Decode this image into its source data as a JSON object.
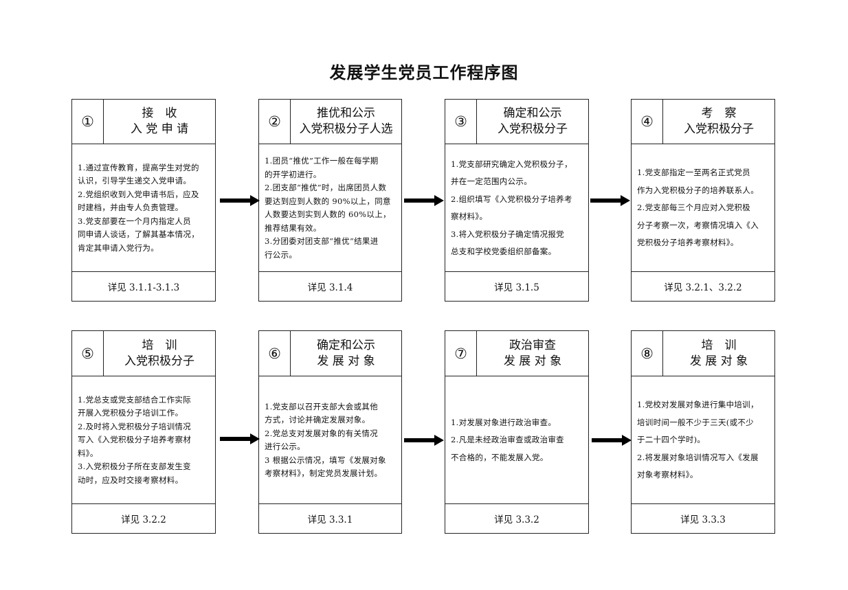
{
  "title": "发展学生党员工作程序图",
  "steps": [
    {
      "num": "①",
      "title_lines": [
        "接　收",
        "入 党 申 请"
      ],
      "body_lines": [
        "1.通过宣传教育，提高学生对党的",
        "认识，引导学生递交入党申请。",
        "2.党组织收到入党申请书后，应及",
        "时建档，并由专人负责管理。",
        "3.党支部要在一个月内指定人员",
        "同申请人谈话，了解其基本情况，",
        "肯定其申请入党行为。"
      ],
      "ref": "详见 3.1.1-3.1.3"
    },
    {
      "num": "②",
      "title_lines": [
        "推优和公示",
        "入党积极分子人选"
      ],
      "body_lines": [
        "1.团员“推优”工作一般在每学期",
        "的开学初进行。",
        "2.团支部“推优”时，出席团员人数",
        "要达到应到人数的 90%以上，同意",
        "人数要达到实到人数的 60%以上，",
        "推荐结果有效。",
        "3.分团委对团支部“推优”结果进",
        "行公示。"
      ],
      "ref": "详见 3.1.4"
    },
    {
      "num": "③",
      "title_lines": [
        "确定和公示",
        "入党积极分子"
      ],
      "body_lines": [
        "1.党支部研究确定入党积极分子，",
        "并在一定范围内公示。",
        "2.组织填写《入党积极分子培养考",
        "察材料》。",
        "3.将入党积极分子确定情况报党",
        "总支和学校党委组织部备案。"
      ],
      "ref": "详见 3.1.5"
    },
    {
      "num": "④",
      "title_lines": [
        "考　察",
        "入党积极分子"
      ],
      "body_lines": [
        "1.党支部指定一至两名正式党员",
        "作为入党积极分子的培养联系人。",
        "2.党支部每三个月应对入党积极",
        "分子考察一次，考察情况填入《入",
        "党积极分子培养考察材料》。"
      ],
      "ref": "详见 3.2.1、3.2.2"
    },
    {
      "num": "⑤",
      "title_lines": [
        "培　训",
        "入党积极分子"
      ],
      "body_lines": [
        "1.党总支或党支部结合工作实际",
        "开展入党积极分子培训工作。",
        "2.及时将入党积极分子培训情况",
        "写入《入党积极分子培养考察材",
        "料》。",
        "3.入党积极分子所在支部发生变",
        "动时，应及时交接考察材料。"
      ],
      "ref": "详见 3.2.2"
    },
    {
      "num": "⑥",
      "title_lines": [
        "确定和公示",
        "发 展 对 象"
      ],
      "body_lines": [
        "1.党支部以召开支部大会或其他",
        "方式，讨论并确定发展对象。",
        "2.党总支对发展对象的有关情况",
        "进行公示。",
        "3 根据公示情况，填写《发展对象",
        "考察材料》，制定党员发展计划。"
      ],
      "ref": "详见 3.3.1"
    },
    {
      "num": "⑦",
      "title_lines": [
        "政治审查",
        "发 展 对 象"
      ],
      "body_lines": [
        "1.对发展对象进行政治审查。",
        "2.凡是未经政治审查或政治审查",
        "不合格的，不能发展入党。"
      ],
      "ref": "详见 3.3.2"
    },
    {
      "num": "⑧",
      "title_lines": [
        "培　训",
        "发 展 对 象"
      ],
      "body_lines": [
        "1.党校对发展对象进行集中培训，",
        "培训时间一般不少于三天(或不少",
        "于二十四个学时)。",
        "2.将发展对象培训情况写入《发展",
        "对象考察材料》。"
      ],
      "ref": "详见 3.3.3"
    }
  ]
}
